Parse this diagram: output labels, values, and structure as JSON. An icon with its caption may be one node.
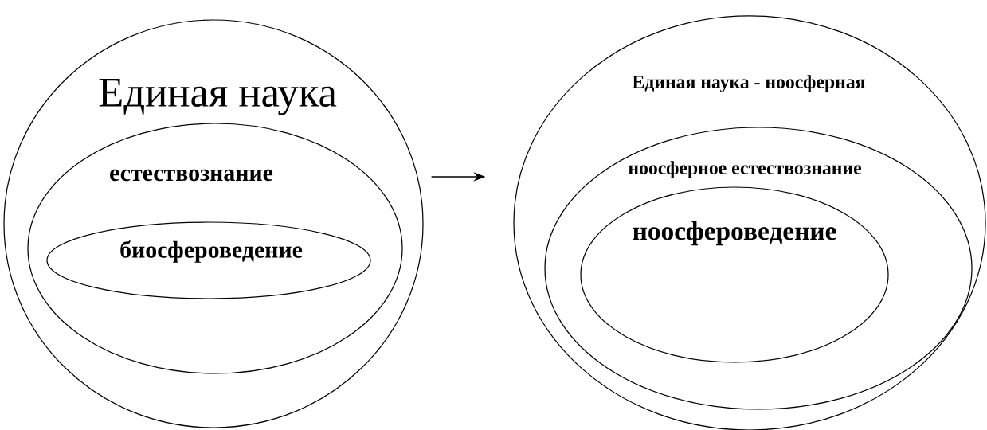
{
  "diagram": {
    "nodes": [
      {
        "text": [
          "Единая наука"
        ]
      },
      {
        "text": [
          "естествознание"
        ],
        "in": 0
      },
      {
        "text": [
          "биосфероведение"
        ],
        "in": 1
      },
      {
        "text": [
          "Единая наука - ноосферная"
        ]
      },
      {
        "text": [
          "ноосферное естествознание"
        ],
        "in": 3
      },
      {
        "text": [
          "ноосфероведение"
        ],
        "in": 4
      }
    ],
    "edges": [
      {
        "from": 0,
        "to": 3,
        "arrow": "to"
      }
    ]
  }
}
